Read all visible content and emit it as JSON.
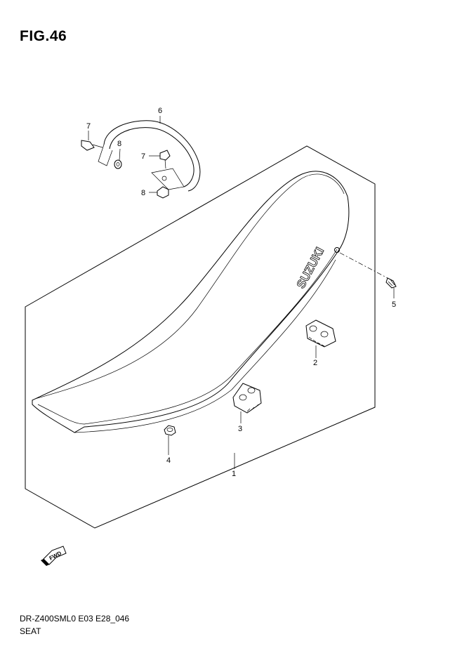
{
  "figure": {
    "title": "FIG.46",
    "code": "DR-Z400SML0 E03 E28_046",
    "name": "SEAT",
    "brand_text": "SUZUKI",
    "fwd_text": "FWD"
  },
  "callouts": [
    {
      "id": "1",
      "label": "1"
    },
    {
      "id": "2",
      "label": "2"
    },
    {
      "id": "3",
      "label": "3"
    },
    {
      "id": "4",
      "label": "4"
    },
    {
      "id": "5",
      "label": "5"
    },
    {
      "id": "6",
      "label": "6"
    },
    {
      "id": "7a",
      "label": "7"
    },
    {
      "id": "7b",
      "label": "7"
    },
    {
      "id": "8a",
      "label": "8"
    },
    {
      "id": "8b",
      "label": "8"
    }
  ]
}
